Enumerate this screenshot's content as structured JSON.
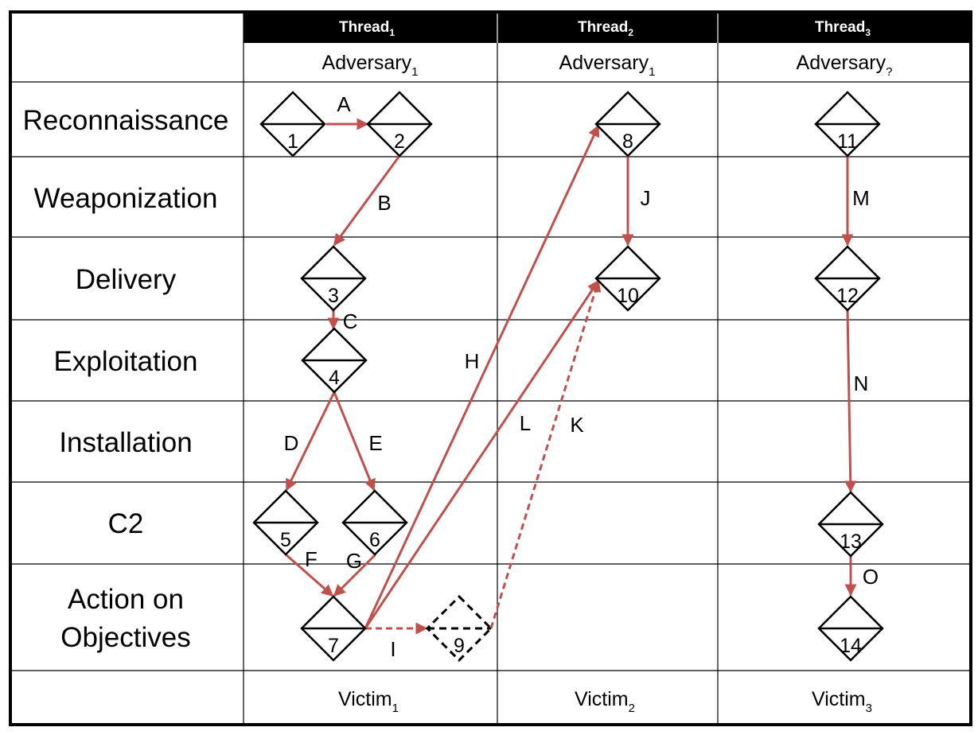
{
  "threads": [
    {
      "label": "Thread",
      "sub": "1"
    },
    {
      "label": "Thread",
      "sub": "2"
    },
    {
      "label": "Thread",
      "sub": "3"
    }
  ],
  "adversaries": [
    {
      "label": "Adversary",
      "sub": "1"
    },
    {
      "label": "Adversary",
      "sub": "1"
    },
    {
      "label": "Adversary",
      "sub": "?"
    }
  ],
  "phases": [
    [
      "Reconnaissance"
    ],
    [
      "Weaponization"
    ],
    [
      "Delivery"
    ],
    [
      "Exploitation"
    ],
    [
      "Installation"
    ],
    [
      "C2"
    ],
    [
      "Action on",
      "Objectives"
    ]
  ],
  "victims": [
    {
      "label": "Victim",
      "sub": "1"
    },
    {
      "label": "Victim",
      "sub": "2"
    },
    {
      "label": "Victim",
      "sub": "3"
    }
  ],
  "nodes": [
    {
      "id": "1",
      "style": "solid"
    },
    {
      "id": "2",
      "style": "solid"
    },
    {
      "id": "3",
      "style": "solid"
    },
    {
      "id": "4",
      "style": "solid"
    },
    {
      "id": "5",
      "style": "solid"
    },
    {
      "id": "6",
      "style": "solid"
    },
    {
      "id": "7",
      "style": "solid"
    },
    {
      "id": "8",
      "style": "solid"
    },
    {
      "id": "9",
      "style": "dashed"
    },
    {
      "id": "10",
      "style": "solid"
    },
    {
      "id": "11",
      "style": "solid"
    },
    {
      "id": "12",
      "style": "solid"
    },
    {
      "id": "13",
      "style": "solid"
    },
    {
      "id": "14",
      "style": "solid"
    }
  ],
  "edges": [
    {
      "label": "A",
      "from": "1",
      "to": "2",
      "style": "solid"
    },
    {
      "label": "B",
      "from": "2",
      "to": "3",
      "style": "solid"
    },
    {
      "label": "C",
      "from": "3",
      "to": "4",
      "style": "solid"
    },
    {
      "label": "D",
      "from": "4",
      "to": "5",
      "style": "solid"
    },
    {
      "label": "E",
      "from": "4",
      "to": "6",
      "style": "solid"
    },
    {
      "label": "F",
      "from": "5",
      "to": "7",
      "style": "solid"
    },
    {
      "label": "G",
      "from": "6",
      "to": "7",
      "style": "solid"
    },
    {
      "label": "H",
      "from": "7",
      "to": "8",
      "style": "solid"
    },
    {
      "label": "I",
      "from": "7",
      "to": "9",
      "style": "dashed"
    },
    {
      "label": "J",
      "from": "8",
      "to": "10",
      "style": "solid"
    },
    {
      "label": "K",
      "from": "9",
      "to": "10",
      "style": "dashed"
    },
    {
      "label": "L",
      "from": "7",
      "to": "10",
      "style": "solid"
    },
    {
      "label": "M",
      "from": "11",
      "to": "12",
      "style": "solid"
    },
    {
      "label": "N",
      "from": "12",
      "to": "13",
      "style": "solid"
    },
    {
      "label": "O",
      "from": "13",
      "to": "14",
      "style": "solid"
    }
  ],
  "colors": {
    "edge": "#c0504d",
    "header_bg": "#000000"
  }
}
